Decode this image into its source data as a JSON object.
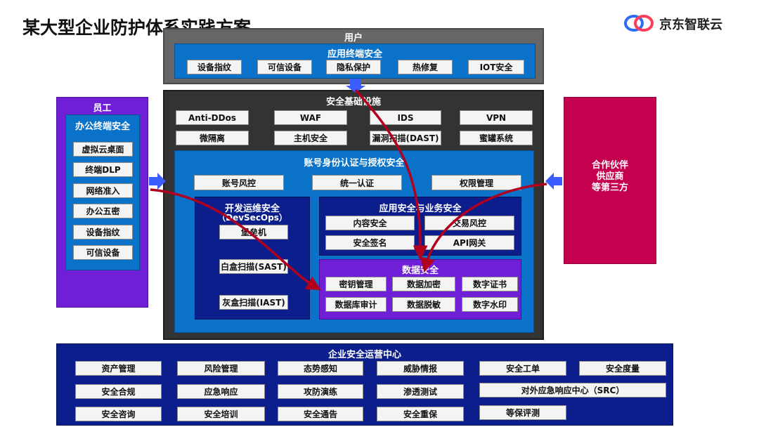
{
  "title": "某大型企业防护体系实践方案",
  "logo": {
    "text": "京东智联云"
  },
  "user": {
    "label": "用户",
    "endpoint_title": "应用终端安全",
    "items": [
      "设备指纹",
      "可信设备",
      "隐私保护",
      "热修复",
      "IOT安全"
    ]
  },
  "infra": {
    "title": "安全基础设施",
    "items": [
      "Anti-DDos",
      "WAF",
      "IDS",
      "VPN",
      "微隔离",
      "主机安全",
      "漏洞扫描(DAST)",
      "蜜罐系统"
    ]
  },
  "identity": {
    "title": "账号身份认证与授权安全",
    "items": [
      "账号风控",
      "统一认证",
      "权限管理"
    ]
  },
  "devsecops": {
    "title": "开发运维安全",
    "subtitle": "（DevSecOps）",
    "items": [
      "堡垒机",
      "白盒扫描(SAST)",
      "灰盒扫描(IAST)"
    ]
  },
  "appsec": {
    "title": "应用安全与业务安全",
    "items": [
      "内容安全",
      "交易风控",
      "安全签名",
      "API网关"
    ]
  },
  "datasec": {
    "title": "数据安全",
    "items": [
      "密钥管理",
      "数据加密",
      "数字证书",
      "数据库审计",
      "数据脱敏",
      "数字水印"
    ]
  },
  "staff": {
    "label": "员工",
    "endpoint_title": "办公终端安全",
    "items": [
      "虚拟云桌面",
      "终端DLP",
      "网络准入",
      "办公五密",
      "设备指纹",
      "可信设备"
    ]
  },
  "partner": {
    "lines": [
      "合作伙伴",
      "供应商",
      "等第三方"
    ]
  },
  "soc": {
    "title": "企业安全运营中心",
    "items": [
      "资产管理",
      "风险管理",
      "态势感知",
      "威胁情报",
      "安全工单",
      "安全度量",
      "安全合规",
      "应急响应",
      "攻防演练",
      "渗透测试",
      "对外应急响应中心（SRC）",
      "安全咨询",
      "安全培训",
      "安全通告",
      "安全重保",
      "等保评测"
    ]
  },
  "colors": {
    "blue": "#0a72c8",
    "navy": "#0b1e8c",
    "dark": "#333333",
    "purple": "#6f1fd6",
    "magenta": "#c4004f",
    "arrow_red": "#b0001e",
    "arrow_blue": "#3b5cff"
  }
}
